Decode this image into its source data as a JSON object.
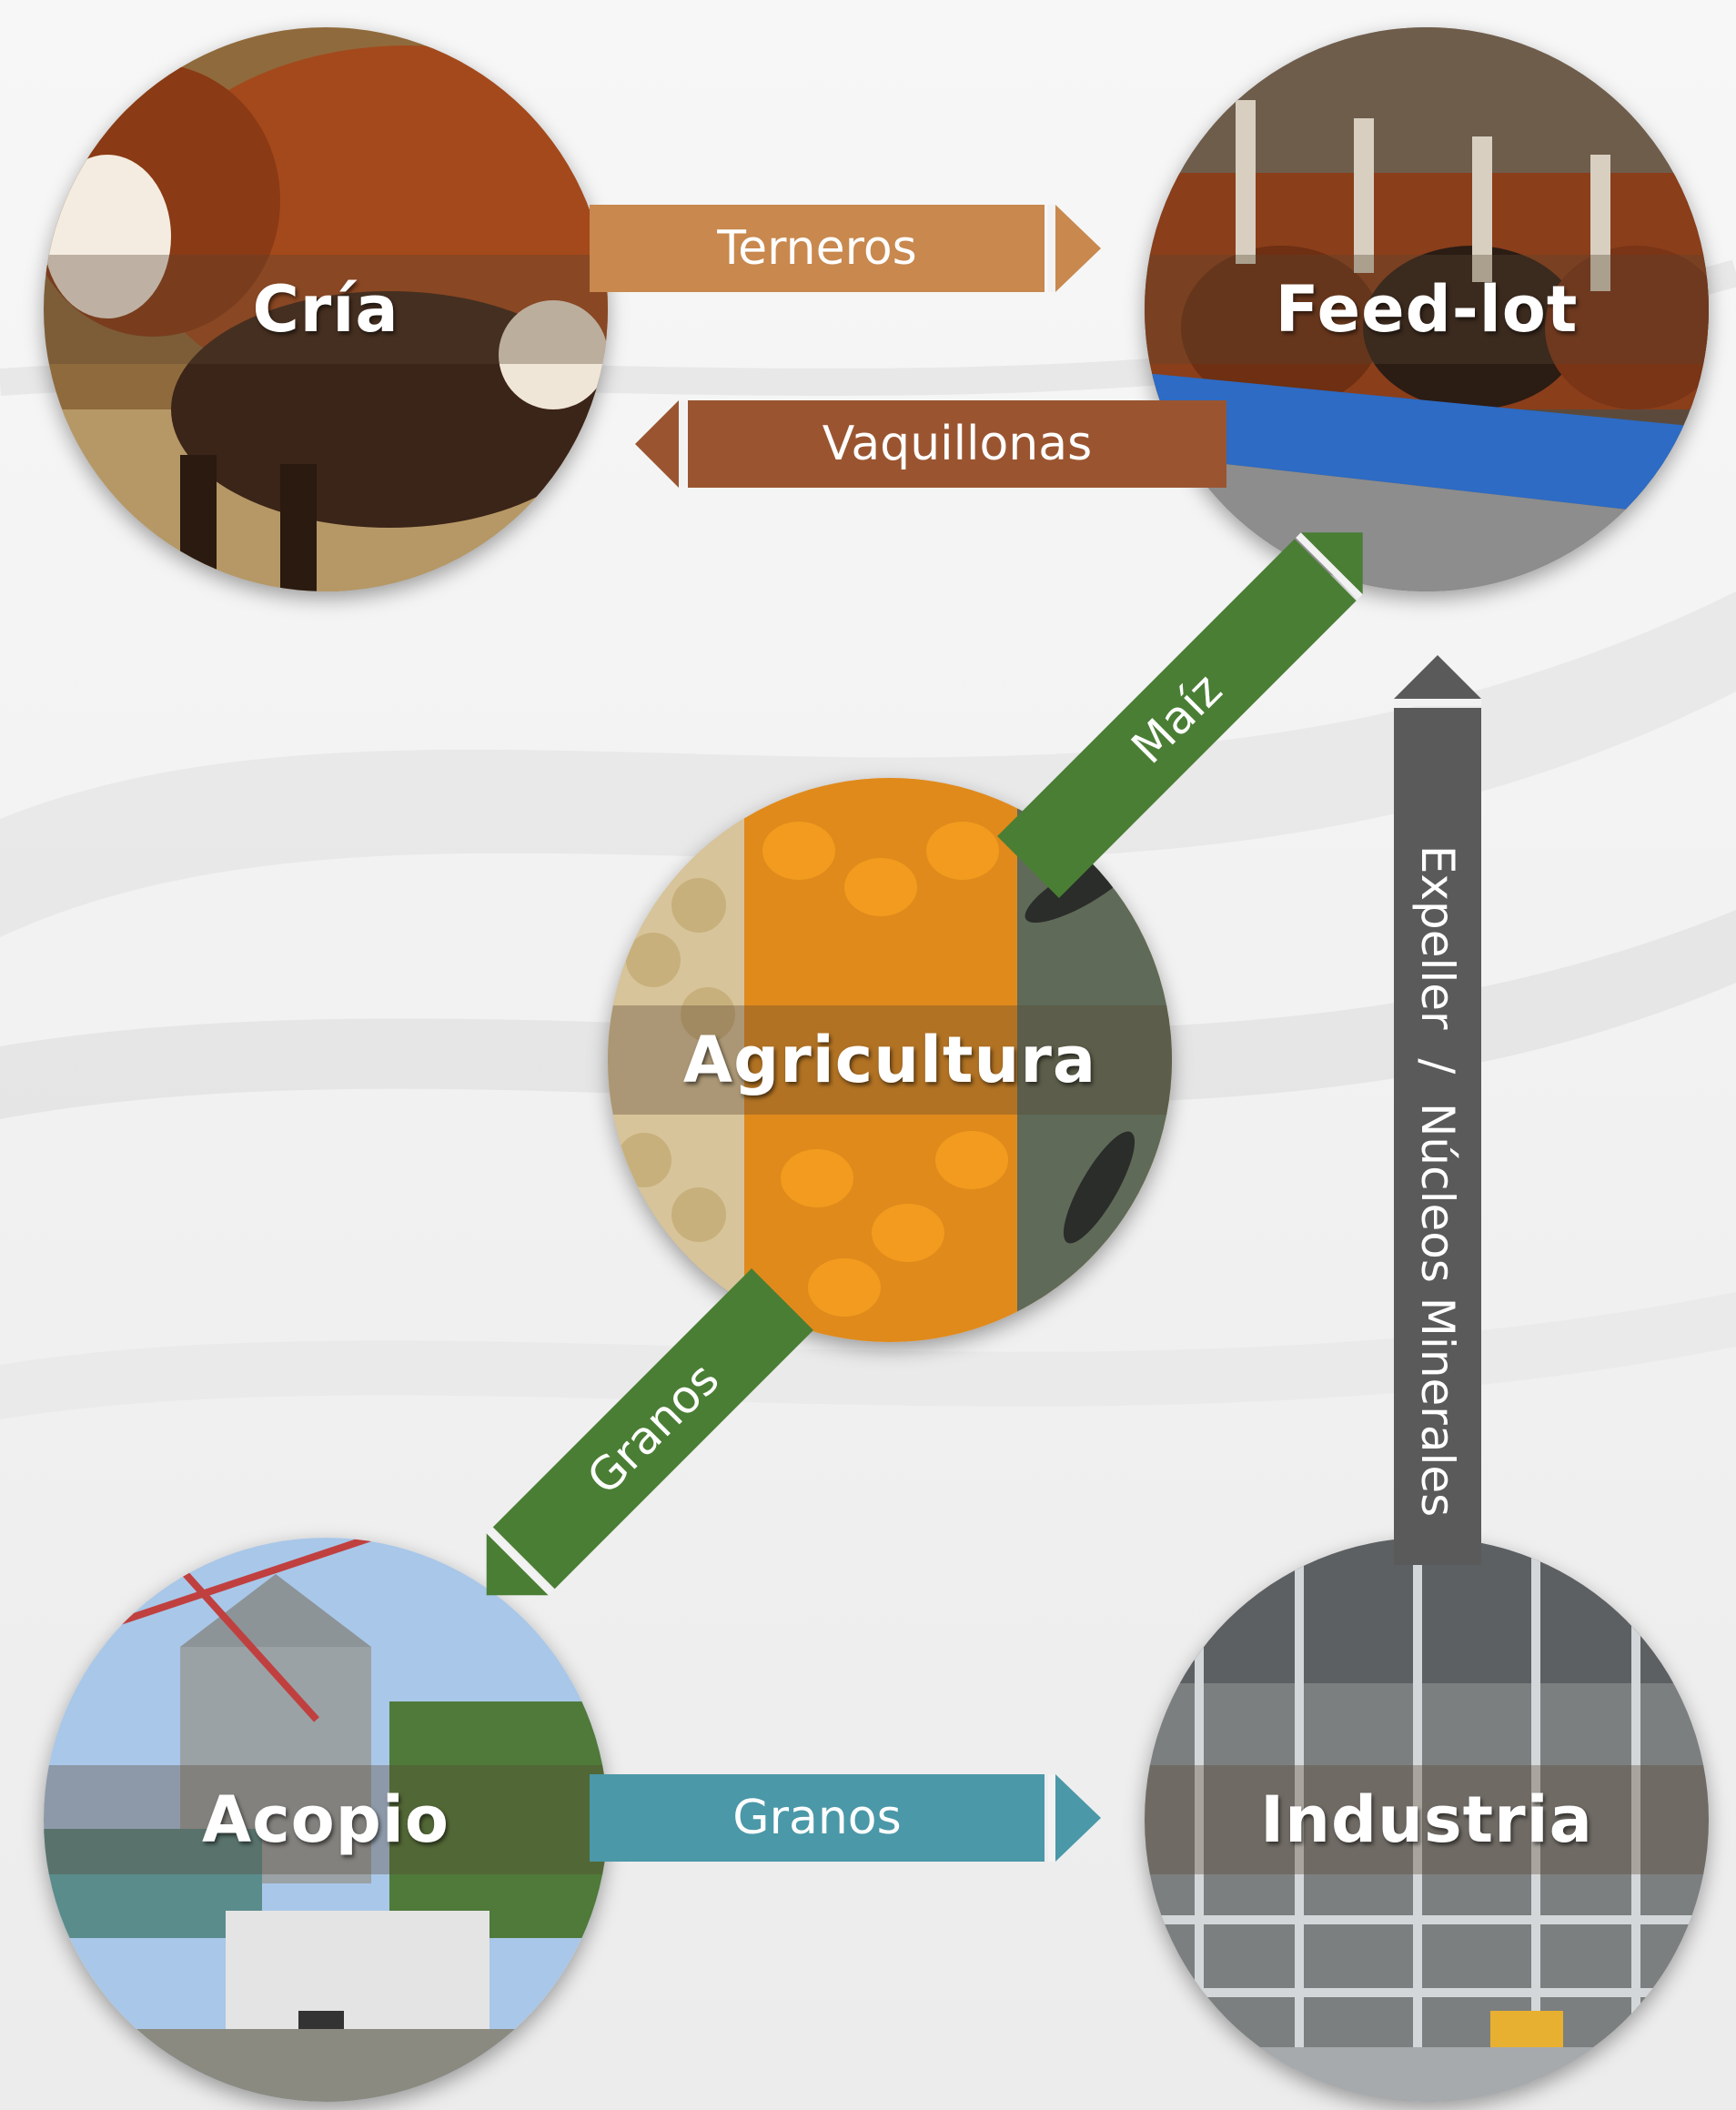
{
  "nodes": {
    "cria": "Cría",
    "feedlot": "Feed-lot",
    "agricultura": "Agricultura",
    "acopio": "Acopio",
    "industria": "Industria"
  },
  "arrows": {
    "terneros": "Terneros",
    "vaquillonas": "Vaquillonas",
    "maiz": "Maíz",
    "granos_diagonal": "Granos",
    "granos_horizontal": "Granos",
    "expeller": "Expeller  /  Núcleos Minerales"
  },
  "colors": {
    "terneros": "#c8884e",
    "vaquillonas": "#9a5530",
    "maiz": "#4a7e34",
    "granos_diagonal": "#4a7e34",
    "granos_horizontal": "#4a98a8",
    "expeller": "#5a5a5a"
  }
}
